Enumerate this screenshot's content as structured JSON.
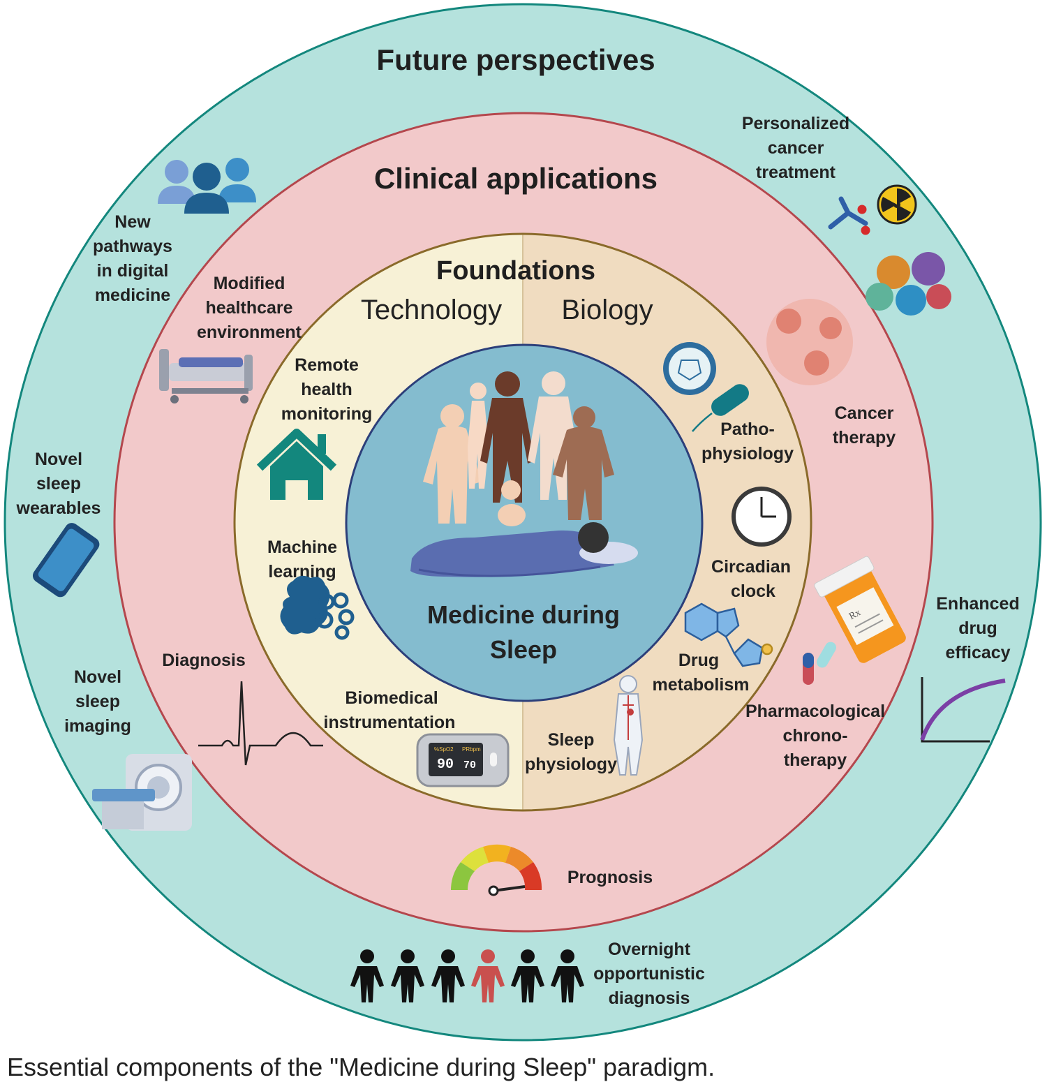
{
  "rings": {
    "outer_title": "Future perspectives",
    "middle_title": "Clinical applications",
    "inner_title": "Foundations",
    "left_half": "Technology",
    "right_half": "Biology",
    "center_title_line1": "Medicine during",
    "center_title_line2": "Sleep"
  },
  "future": {
    "digital": [
      "New",
      "pathways",
      "in digital",
      "medicine"
    ],
    "wearables": [
      "Novel",
      "sleep",
      "wearables"
    ],
    "imaging": [
      "Novel",
      "sleep",
      "imaging"
    ],
    "cancer": [
      "Personalized",
      "cancer",
      "treatment"
    ],
    "drug": [
      "Enhanced",
      "drug",
      "efficacy"
    ],
    "overnight": [
      "Overnight",
      "opportunistic",
      "diagnosis"
    ]
  },
  "clinical": {
    "healthcare": [
      "Modified",
      "healthcare",
      "environment"
    ],
    "diagnosis": "Diagnosis",
    "prognosis": "Prognosis",
    "cancer_therapy": [
      "Cancer",
      "therapy"
    ],
    "chrono": [
      "Pharmacological",
      "chrono-",
      "therapy"
    ]
  },
  "foundations": {
    "remote": [
      "Remote",
      "health",
      "monitoring"
    ],
    "ml": [
      "Machine",
      "learning"
    ],
    "biomed": [
      "Biomedical",
      "instrumentation"
    ],
    "patho": [
      "Patho-",
      "physiology"
    ],
    "circadian": [
      "Circadian",
      "clock"
    ],
    "drug_metab": [
      "Drug",
      "metabolism"
    ],
    "sleep_phys": [
      "Sleep",
      "physiology"
    ]
  },
  "oximeter": {
    "label_spo2": "%SpO2",
    "label_pr": "PRbpm",
    "spo2": "90",
    "pr": "70"
  },
  "pill_label": "Rx",
  "caption": "Essential components of the \"Medicine during Sleep\" paradigm.",
  "colors": {
    "outer": "#b5e2dd",
    "middle": "#f2c9ca",
    "inner_left": "#f7f1d6",
    "inner_right": "#f0dcc0",
    "center": "#84bccf",
    "ring_border_red": "#b4474d",
    "ring_border_gold": "#8a6a2a",
    "accent_teal": "#13877d",
    "accent_blue": "#3d8fc8"
  },
  "icons": [
    "people-group-icon",
    "hospital-bed-icon",
    "smartphone-icon",
    "mri-scanner-icon",
    "house-icon",
    "brain-gears-icon",
    "ecg-icon",
    "pulse-oximeter-icon",
    "virus-icon",
    "bacterium-icon",
    "clock-icon",
    "molecule-icon",
    "anatomy-icon",
    "cancer-cells-icon",
    "antibody-icon",
    "radiation-icon",
    "pill-bottle-icon",
    "capsule-icon",
    "efficacy-curve-icon",
    "gauge-icon",
    "people-row-icon",
    "humans-group-icon"
  ]
}
